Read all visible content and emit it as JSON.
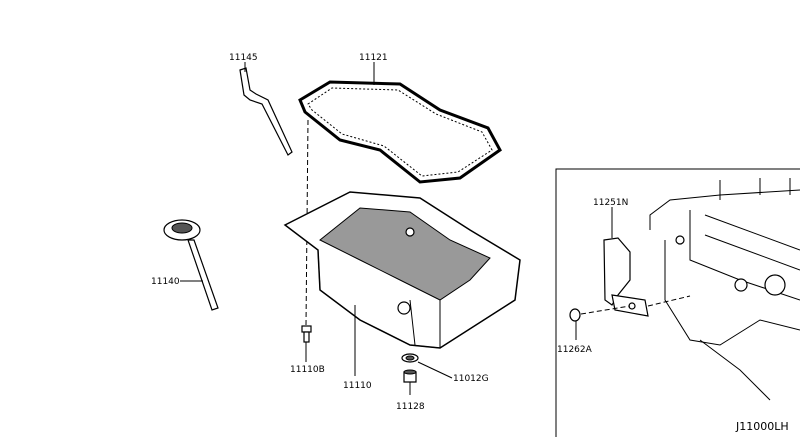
{
  "parts": [
    {
      "id": "dipstick-guide",
      "number": "11145"
    },
    {
      "id": "oil-pan-gasket",
      "number": "11121"
    },
    {
      "id": "dipstick",
      "number": "11140"
    },
    {
      "id": "oil-pan-bolt",
      "number": "11110B"
    },
    {
      "id": "oil-pan",
      "number": "11110"
    },
    {
      "id": "drain-washer",
      "number": "11012G"
    },
    {
      "id": "drain-plug",
      "number": "11128"
    },
    {
      "id": "bracket",
      "number": "11251N"
    },
    {
      "id": "bracket-bolt",
      "number": "11262A"
    }
  ],
  "diagram_code": "J11000LH"
}
